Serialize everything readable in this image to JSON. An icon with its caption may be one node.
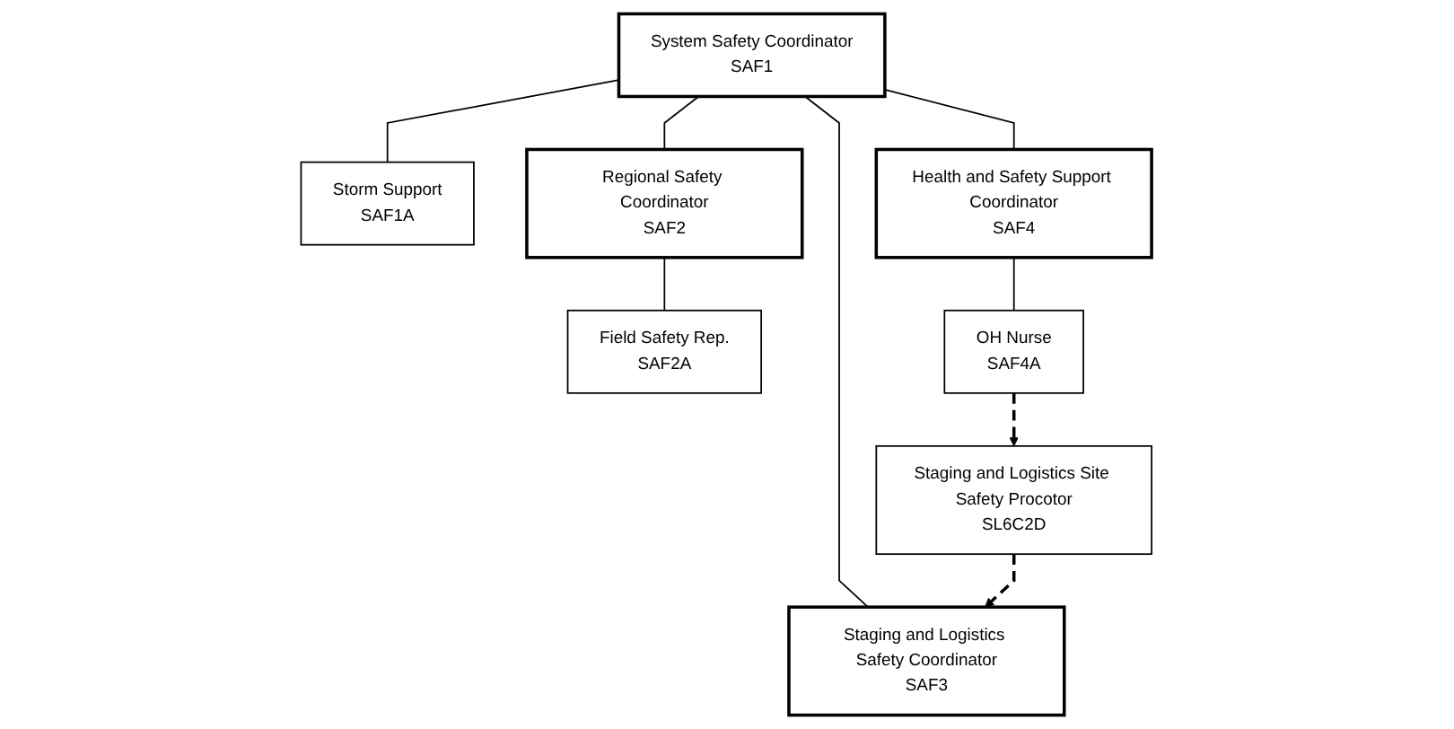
{
  "diagram": {
    "nodes": [
      {
        "text": [
          "System Safety Coordinator",
          "SAF1"
        ]
      },
      {
        "text": [
          "Storm Support",
          "SAF1A"
        ]
      },
      {
        "text": [
          "Regional Safety Coordinator",
          "SAF2"
        ]
      },
      {
        "text": [
          "Staging and Logistics Safety Coordinator",
          "SAF3"
        ]
      },
      {
        "text": [
          "Health and Safety Support Coordinator",
          "SAF4"
        ]
      },
      {
        "text": [
          "Field Safety Rep.",
          "SAF2A"
        ]
      },
      {
        "text": [
          "Staging and Logistics Site Safety Procotor",
          "SL6C2D"
        ]
      },
      {
        "text": [
          "OH Nurse",
          "SAF4A"
        ]
      }
    ],
    "edges": [
      {
        "from": 0,
        "to": 1,
        "arrow": "none"
      },
      {
        "from": 0,
        "to": 2,
        "arrow": "none"
      },
      {
        "from": 0,
        "to": 3,
        "arrow": "none"
      },
      {
        "from": 0,
        "to": 4,
        "arrow": "none"
      },
      {
        "from": 2,
        "to": 5,
        "arrow": "none"
      },
      {
        "from": 4,
        "to": 7,
        "arrow": "none"
      },
      {
        "from": 6,
        "to": 3,
        "arrow": "to",
        "style": "dashed"
      },
      {
        "from": 7,
        "to": 6,
        "arrow": "to",
        "style": "dashed"
      }
    ]
  }
}
